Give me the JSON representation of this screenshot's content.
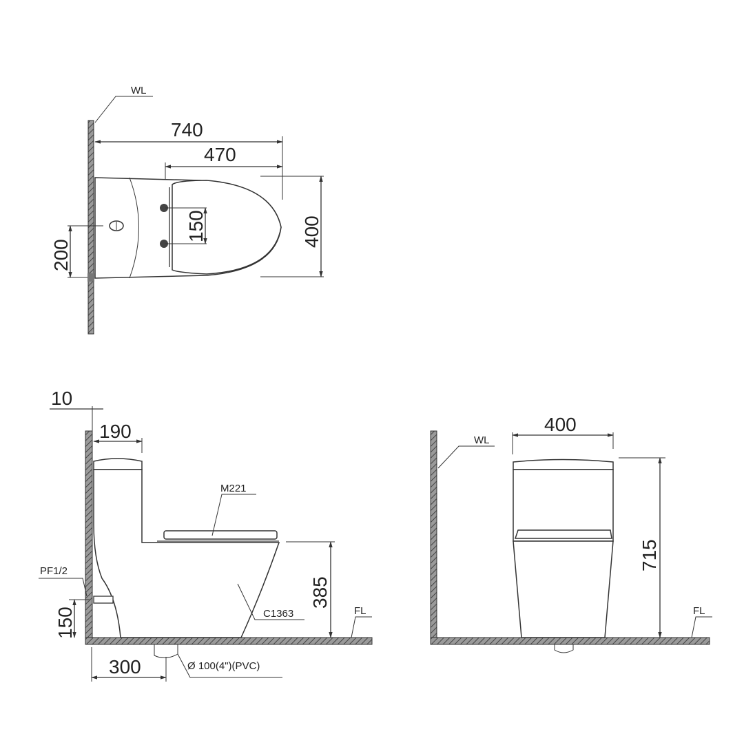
{
  "drawing": {
    "title": "One-piece toilet dimension drawing",
    "colors": {
      "line": "#333333",
      "background": "#ffffff"
    },
    "top_view": {
      "wall_label": "WL",
      "dim_overall_depth": "740",
      "dim_seat_length": "470",
      "dim_bolt_spacing": "150",
      "dim_width": "400",
      "dim_supply_offset": "200"
    },
    "side_view": {
      "dim_wall_gap": "10",
      "dim_tank_depth": "190",
      "seat_model": "M221",
      "bowl_model": "C1363",
      "supply_label": "PF1/2",
      "dim_supply_height": "150",
      "dim_seat_height": "385",
      "dim_rough_in": "300",
      "drain_label": "Ø  100(4\")(PVC)",
      "floor_label": "FL"
    },
    "front_view": {
      "wall_label": "WL",
      "dim_width": "400",
      "dim_total_height": "715",
      "floor_label": "FL"
    }
  }
}
